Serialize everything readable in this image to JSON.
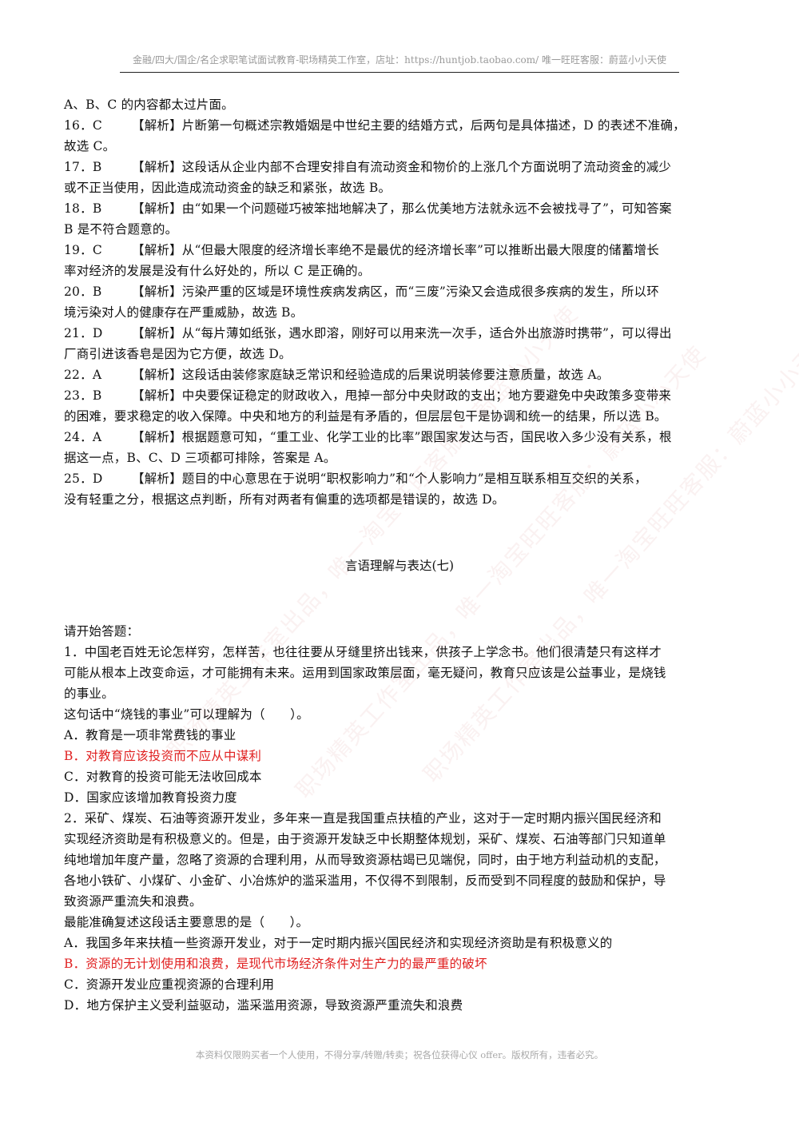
{
  "header": {
    "text": "金融/四大/国企/名企求职笔试面试教育-职场精英工作室，店址：https://huntjob.taobao.com/ 唯一旺旺客服：蔚蓝小小天使"
  },
  "answers_intro": "A、B、C 的内容都太过片面。",
  "answers": [
    {
      "num": "16．C",
      "lines": [
        "【解析】片断第一句概述宗教婚姻是中世纪主要的结婚方式，后两句是具体描述，D 的表述不准确，",
        "故选 C。"
      ]
    },
    {
      "num": "17．B",
      "lines": [
        "【解析】这段话从企业内部不合理安排自有流动资金和物价的上涨几个方面说明了流动资金的减少",
        "或不正当使用，因此造成流动资金的缺乏和紧张，故选 B。"
      ]
    },
    {
      "num": "18．B",
      "lines": [
        "【解析】由“如果一个问题碰巧被笨拙地解决了，那么优美地方法就永远不会被找寻了”，可知答案",
        "B 是不符合题意的。"
      ]
    },
    {
      "num": "19．C",
      "lines": [
        "【解析】从“但最大限度的经济增长率绝不是最优的经济增长率”可以推断出最大限度的储蓄增长",
        "率对经济的发展是没有什么好处的，所以 C 是正确的。"
      ]
    },
    {
      "num": "20．B",
      "lines": [
        "【解析】污染严重的区域是环境性疾病发病区，而“三废”污染又会造成很多疾病的发生，所以环",
        "境污染对人的健康存在严重威胁，故选 B。"
      ]
    },
    {
      "num": "21．D",
      "lines": [
        "【解析】从“每片薄如纸张，遇水即溶，刚好可以用来洗一次手，适合外出旅游时携带”，可以得出",
        "厂商引进该香皂是因为它方便，故选 D。"
      ]
    },
    {
      "num": "22．A",
      "lines": [
        "【解析】这段话由装修家庭缺乏常识和经验造成的后果说明装修要注意质量，故选 A。"
      ]
    },
    {
      "num": "23．B",
      "lines": [
        "【解析】中央要保证稳定的财政收入，甩掉一部分中央财政的支出；地方要避免中央政策多变带来",
        "的困难，要求稳定的收入保障。中央和地方的利益是有矛盾的，但层层包干是协调和统一的结果，所以选 B。"
      ]
    },
    {
      "num": "24．A",
      "lines": [
        "【解析】根据题意可知，“重工业、化学工业的比率”跟国家发达与否，国民收入多少没有关系，根",
        "据这一点，B、C、D 三项都可排除，答案是 A。"
      ]
    },
    {
      "num": "25．D",
      "lines": [
        "【解析】题目的中心意思在于说明“职权影响力”和“个人影响力”是相互联系相互交织的关系，",
        "没有轻重之分，根据这点判断，所有对两者有偏重的选项都是错误的，故选 D。"
      ]
    }
  ],
  "section_title": "言语理解与表达(七)",
  "start_prompt": "请开始答题：",
  "questions": [
    {
      "stem": [
        "1．中国老百姓无论怎样穷，怎样苦，也往往要从牙缝里挤出钱来，供孩子上学念书。他们很清楚只有这样才",
        "可能从根本上改变命运，才可能拥有未来。运用到国家政策层面，毫无疑问，教育只应该是公益事业，是烧钱",
        "的事业。",
        "这句话中“烧钱的事业”可以理解为（　　）。"
      ],
      "options": [
        {
          "text": "A．教育是一项非常费钱的事业",
          "color": "#111111"
        },
        {
          "text": "B．对教育应该投资而不应从中谋利",
          "color": "#e02020"
        },
        {
          "text": "C．对教育的投资可能无法收回成本",
          "color": "#111111"
        },
        {
          "text": "D．国家应该增加教育投资力度",
          "color": "#111111"
        }
      ]
    },
    {
      "stem": [
        "2．采矿、煤炭、石油等资源开发业，多年来一直是我国重点扶植的产业，这对于一定时期内振兴国民经济和",
        "实现经济资助是有积极意义的。但是，由于资源开发缺乏中长期整体规划，采矿、煤炭、石油等部门只知道单",
        "纯地增加年度产量，忽略了资源的合理利用，从而导致资源枯竭已见端倪，同时，由于地方利益动机的支配，",
        "各地小铁矿、小煤矿、小金矿、小冶炼炉的滥采滥用，不仅得不到限制，反而受到不同程度的鼓励和保护，导",
        "致资源严重流失和浪费。",
        "最能准确复述这段话主要意思的是（　　）。"
      ],
      "options": [
        {
          "text": "A．我国多年来扶植一些资源开发业，对于一定时期内振兴国民经济和实现经济资助是有积极意义的",
          "color": "#111111"
        },
        {
          "text": "B．资源的无计划使用和浪费，是现代市场经济条件对生产力的最严重的破坏",
          "color": "#e02020"
        },
        {
          "text": "C．资源开发业应重视资源的合理利用",
          "color": "#111111"
        },
        {
          "text": "D．地方保护主义受利益驱动，滥采滥用资源，导致资源严重流失和浪费",
          "color": "#111111"
        }
      ]
    }
  ],
  "footer": {
    "text": "本资料仅限购买者一个人使用，不得分享/转赠/转卖；祝各位获得心仪 offer。版权所有，违者必究。"
  },
  "watermark": {
    "text": "职场精英工作室出品，唯一淘宝旺旺客服：蔚蓝小小天使"
  }
}
